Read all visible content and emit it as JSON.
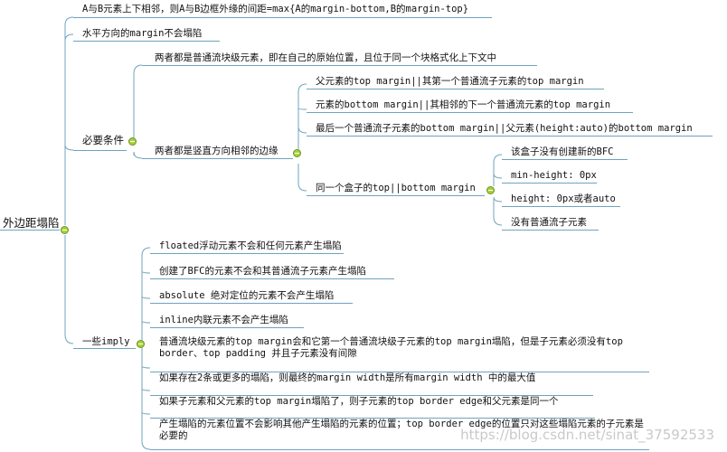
{
  "root": {
    "label": "外边距塌陷"
  },
  "level1": [
    {
      "label": "A与B元素上下相邻，则A与B边框外缘的间距=max{A的margin-bottom,B的margin-top}"
    },
    {
      "label": "水平方向的margin不会塌陷"
    },
    {
      "label": "必要条件"
    },
    {
      "label": "一些imply"
    }
  ],
  "required": {
    "items": [
      {
        "label": "两者都是普通流块级元素，即在自己的原始位置，且位于同一个块格式化上下文中"
      },
      {
        "label": "两者都是竖直方向相邻的边缘"
      }
    ],
    "edges": [
      {
        "label": "父元素的top margin||其第一个普通流子元素的top margin"
      },
      {
        "label": "元素的bottom margin||其相邻的下一个普通流元素的top margin"
      },
      {
        "label": "最后一个普通流子元素的bottom margin||父元素(height:auto)的bottom margin"
      },
      {
        "label": "同一个盒子的top||bottom margin"
      }
    ],
    "same_box": [
      {
        "label": "该盒子没有创建新的BFC"
      },
      {
        "label": "min-height: 0px"
      },
      {
        "label": "height: 0px或者auto"
      },
      {
        "label": "没有普通流子元素"
      }
    ]
  },
  "imply": [
    {
      "label": "floated浮动元素不会和任何元素产生塌陷"
    },
    {
      "label": "创建了BFC的元素不会和其普通流子元素产生塌陷"
    },
    {
      "label": "absolute 绝对定位的元素不会产生塌陷"
    },
    {
      "label": "inline内联元素不会产生塌陷"
    },
    {
      "label": "普通流块级元素的top margin会和它第一个普通流块级子元素的top margin塌陷，但是子元素必须没有top border、top padding 并且子元素没有间隙"
    },
    {
      "label": "如果存在2条或更多的塌陷，则最终的margin width是所有margin width 中的最大值"
    },
    {
      "label": "如果子元素和父元素的top margin塌陷了，则子元素的top border edge和父元素是同一个"
    },
    {
      "label": "产生塌陷的元素位置不会影响其他产生塌陷的元素的位置；top border edge的位置只对这些塌陷元素的子元素是必要的"
    }
  ],
  "watermark": "https://blog.csdn.net/sinat_37592533",
  "colors": {
    "branch": "#6fa3bf",
    "toggle": "#a6d13c"
  }
}
